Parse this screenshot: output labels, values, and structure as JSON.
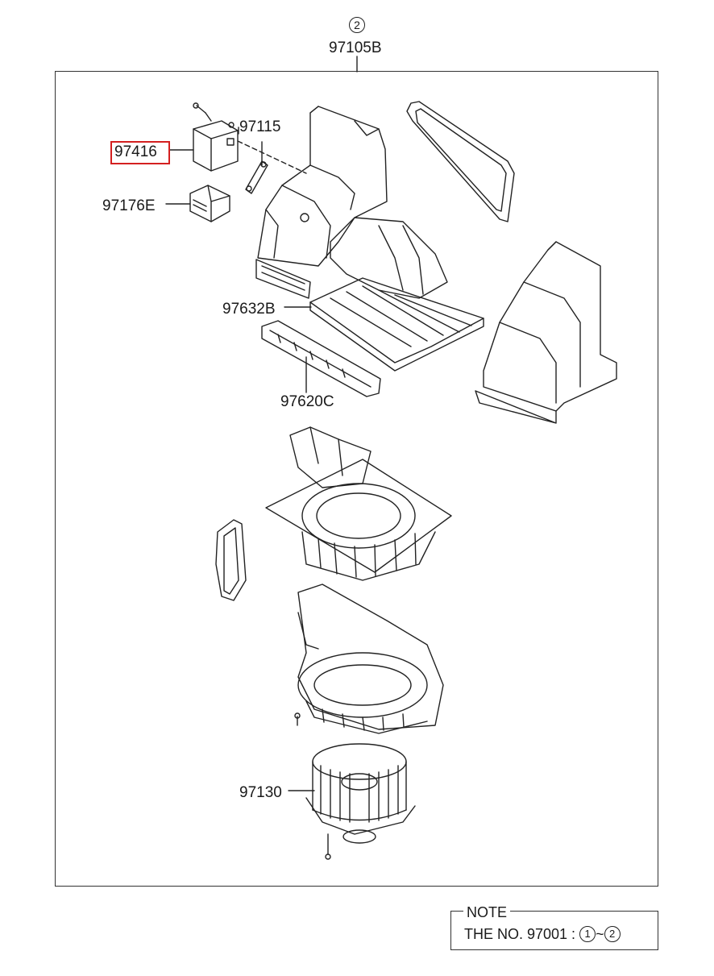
{
  "assembly": {
    "circle": "2",
    "part_no": "97105B"
  },
  "parts": {
    "p97416": "97416",
    "p97115": "97115",
    "p97176E": "97176E",
    "p97632B": "97632B",
    "p97620C": "97620C",
    "p97130": "97130"
  },
  "highlight_color": "#d42020",
  "note": {
    "title": "NOTE",
    "text": "THE NO. 97001 :",
    "range_start": "1",
    "range_sep": "~",
    "range_end": "2"
  }
}
